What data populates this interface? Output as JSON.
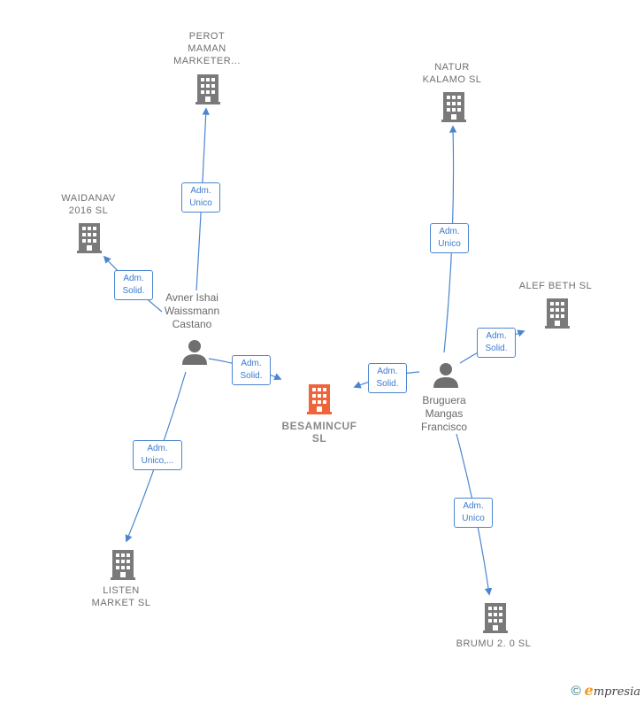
{
  "nodes": {
    "perot": {
      "label": "PEROT\nMAMAN\nMARKETER...",
      "kind": "company"
    },
    "waidanav": {
      "label": "WAIDANAV\n2016  SL",
      "kind": "company"
    },
    "natur": {
      "label": "NATUR\nKALAMO  SL",
      "kind": "company"
    },
    "alef": {
      "label": "ALEF BETH  SL",
      "kind": "company"
    },
    "besamincuf": {
      "label": "BESAMINCUF\nSL",
      "kind": "company-main"
    },
    "listen": {
      "label": "LISTEN\nMARKET  SL",
      "kind": "company"
    },
    "brumu": {
      "label": "BRUMU 2. 0  SL",
      "kind": "company"
    },
    "avner": {
      "label": "Avner Ishai\nWaissmann\nCastano",
      "kind": "person"
    },
    "bruguera": {
      "label": "Bruguera\nMangas\nFrancisco",
      "kind": "person"
    }
  },
  "edges": [
    {
      "id": "avner-perot",
      "label": "Adm.\nUnico"
    },
    {
      "id": "avner-waidanav",
      "label": "Adm.\nSolid."
    },
    {
      "id": "avner-besamincuf",
      "label": "Adm.\nSolid."
    },
    {
      "id": "avner-listen",
      "label": "Adm.\nUnico,..."
    },
    {
      "id": "bruguera-natur",
      "label": "Adm.\nUnico"
    },
    {
      "id": "bruguera-alef",
      "label": "Adm.\nSolid."
    },
    {
      "id": "bruguera-besamincuf",
      "label": "Adm.\nSolid."
    },
    {
      "id": "bruguera-brumu",
      "label": "Adm.\nUnico"
    }
  ],
  "colors": {
    "edge": "#4a86d0",
    "company_icon": "#7a7a7a",
    "main_company_icon": "#f0643c",
    "person_icon": "#6f6f6f"
  },
  "footer": {
    "copyright_symbol": "©",
    "brand_first": "e",
    "brand_rest": "mpresia"
  }
}
